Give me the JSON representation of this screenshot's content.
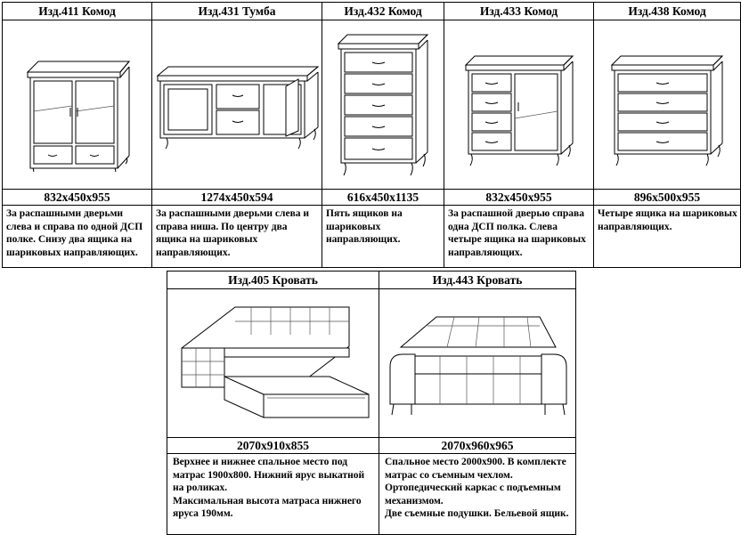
{
  "top_items": [
    {
      "title": "Изд.411 Комод",
      "dims": "832x450x955",
      "desc": "За распашными дверьми слева и справа по одной ДСП полке. Снизу два ящика на шариковых направляющих."
    },
    {
      "title": "Изд.431 Тумба",
      "dims": "1274x450x594",
      "desc": "За распашными дверьми слева и справа ниша. По центру два ящика на шариковых направляющих."
    },
    {
      "title": "Изд.432 Комод",
      "dims": "616x450x1135",
      "desc": "Пять ящиков на шариковых направляющих."
    },
    {
      "title": "Изд.433 Комод",
      "dims": "832x450x955",
      "desc": "За распашной дверью справа одна ДСП полка. Слева четыре ящика на шариковых направляющих."
    },
    {
      "title": "Изд.438 Комод",
      "dims": "896x500x955",
      "desc": "Четыре ящика на шариковых направляющих."
    }
  ],
  "bottom_items": [
    {
      "title": "Изд.405 Кровать",
      "dims": "2070x910x855",
      "desc": "Верхнее и нижнее спальное место под матрас 1900x800. Нижний ярус выкатной на роликах.\nМаксимальная высота матраса нижнего яруса 190мм."
    },
    {
      "title": "Изд.443 Кровать",
      "dims": "2070x960x965",
      "desc": "Спальное место 2000x900. В комплекте матрас со съемным чехлом. Ортопедический каркас с подъемным механизмом.\nДве съемные подушки. Бельевой ящик."
    }
  ]
}
